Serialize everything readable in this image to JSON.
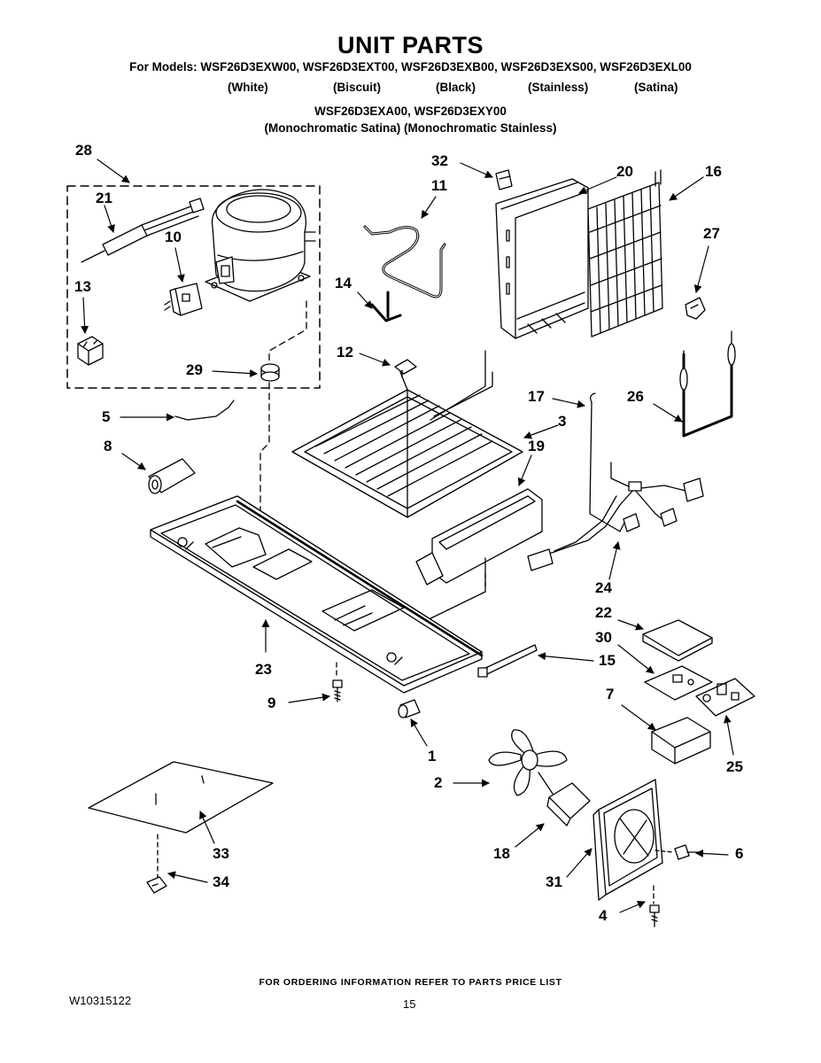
{
  "header": {
    "title": "UNIT PARTS",
    "models_line": "For Models: WSF26D3EXW00, WSF26D3EXT00, WSF26D3EXB00, WSF26D3EXS00, WSF26D3EXL00",
    "colors": [
      "(White)",
      "(Biscuit)",
      "(Black)",
      "(Stainless)",
      "(Satina)"
    ],
    "models_line_2": "WSF26D3EXA00, WSF26D3EXY00",
    "colors_line_2": "(Monochromatic Satina) (Monochromatic Stainless)"
  },
  "callouts": {
    "c28": "28",
    "c21": "21",
    "c10": "10",
    "c13": "13",
    "c29": "29",
    "c32": "32",
    "c11": "11",
    "c14": "14",
    "c12": "12",
    "c20": "20",
    "c16": "16",
    "c27": "27",
    "c5": "5",
    "c8": "8",
    "c3": "3",
    "c17": "17",
    "c26": "26",
    "c19": "19",
    "c24": "24",
    "c22": "22",
    "c30": "30",
    "c23": "23",
    "c15": "15",
    "c7": "7",
    "c9": "9",
    "c1": "1",
    "c25": "25",
    "c2": "2",
    "c33": "33",
    "c18": "18",
    "c6": "6",
    "c34": "34",
    "c31": "31",
    "c4": "4"
  },
  "footer": {
    "note": "FOR ORDERING INFORMATION REFER TO PARTS PRICE LIST",
    "doc_number": "W10315122",
    "page_number": "15"
  }
}
